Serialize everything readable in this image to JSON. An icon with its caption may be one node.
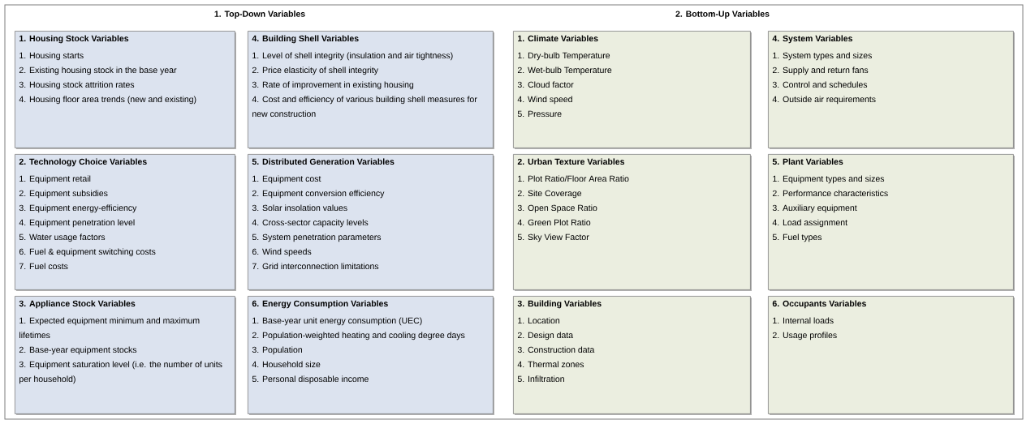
{
  "diagram": {
    "nodes": [
      {
        "text": [
          "1. Housing Stock Variables",
          "1. Housing starts",
          "2. Existing housing stock in the base year",
          "3. Housing stock attrition rates",
          "4. Housing floor area trends (new and existing)"
        ]
      },
      {
        "text": [
          "2. Technology Choice Variables",
          "1. Equipment retail",
          "2. Equipment subsidies",
          "3. Equipment energy-efficiency",
          "4. Equipment penetration level",
          "5. Water usage factors",
          "6. Fuel & equipment switching costs",
          "7. Fuel costs"
        ]
      },
      {
        "text": [
          "3. Appliance Stock Variables",
          "1. Expected equipment minimum and maximum lifetimes",
          "2. Base-year equipment stocks",
          "3. Equipment saturation level (i.e. the number of units per household)"
        ]
      },
      {
        "text": [
          "4. Building Shell Variables",
          "1. Level of shell integrity (insulation and air tightness)",
          "2. Price elasticity of shell integrity",
          "3. Rate of improvement in existing housing",
          "4. Cost and efficiency of various building shell measures for new construction"
        ]
      },
      {
        "text": [
          "5. Distributed Generation Variables",
          "1. Equipment cost",
          "2. Equipment conversion efficiency",
          "3. Solar insolation values",
          "4. Cross-sector capacity levels",
          "5. System penetration parameters",
          "6. Wind speeds",
          "7. Grid interconnection limitations"
        ]
      },
      {
        "text": [
          "6. Energy Consumption Variables",
          "1. Base-year unit energy consumption (UEC)",
          "2. Population-weighted heating and cooling degree days",
          "3. Population",
          "4. Household size",
          "5. Personal disposable income"
        ]
      },
      {
        "text": [
          "1. Climate Variables",
          "1. Dry-bulb Temperature",
          "2. Wet-bulb Temperature",
          "3. Cloud factor",
          "4. Wind speed",
          "5. Pressure"
        ]
      },
      {
        "text": [
          "2. Urban Texture Variables",
          "1. Plot Ratio/Floor Area Ratio",
          "2. Site Coverage",
          "3. Open Space Ratio",
          "4. Green Plot Ratio",
          "5. Sky View Factor"
        ]
      },
      {
        "text": [
          "3. Building Variables",
          "1. Location",
          "2. Design data",
          "3. Construction data",
          "4. Thermal zones",
          "5. Infiltration"
        ]
      },
      {
        "text": [
          "4. System Variables",
          "1. System types and sizes",
          "2. Supply and return fans",
          "3. Control and schedules",
          "4. Outside air requirements"
        ]
      },
      {
        "text": [
          "5. Plant Variables",
          "1. Equipment types and sizes",
          "2. Performance characteristics",
          "3. Auxiliary equipment",
          "4. Load assignment",
          "5. Fuel types"
        ]
      },
      {
        "text": [
          "6. Occupants Variables",
          "1. Internal loads",
          "2. Usage profiles"
        ]
      }
    ],
    "labels": [
      "1. Top-Down Variables",
      "2. Bottom-Up Variables"
    ]
  }
}
